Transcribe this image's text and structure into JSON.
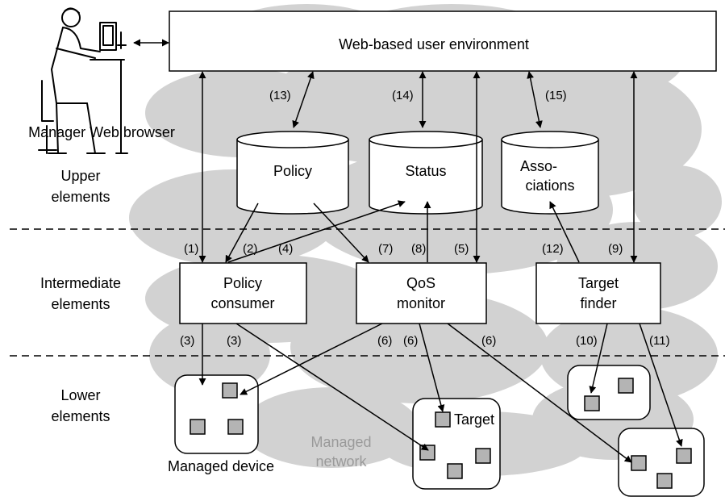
{
  "web_environment": {
    "label": "Web-based user environment"
  },
  "manager": {
    "label": "Manager Web browser"
  },
  "layers": {
    "upper": [
      "Upper",
      "elements"
    ],
    "intermediate": [
      "Intermediate",
      "elements"
    ],
    "lower": [
      "Lower",
      "elements"
    ]
  },
  "databases": {
    "policy": [
      "Policy"
    ],
    "status": [
      "Status"
    ],
    "associations": [
      "Asso-",
      "ciations"
    ]
  },
  "components": {
    "policy_consumer": [
      "Policy",
      "consumer"
    ],
    "qos_monitor": [
      "QoS",
      "monitor"
    ],
    "target_finder": [
      "Target",
      "finder"
    ]
  },
  "devices": {
    "managed_device": "Managed device",
    "target": "Target",
    "managed_network": [
      "Managed",
      "network"
    ]
  },
  "flow_labels": {
    "f1": "(1)",
    "f2": "(2)",
    "f3a": "(3)",
    "f3b": "(3)",
    "f4": "(4)",
    "f5": "(5)",
    "f6a": "(6)",
    "f6b": "(6)",
    "f6c": "(6)",
    "f7": "(7)",
    "f8": "(8)",
    "f9": "(9)",
    "f10": "(10)",
    "f11": "(11)",
    "f12": "(12)",
    "f13": "(13)",
    "f14": "(14)",
    "f15": "(15)"
  },
  "colors": {
    "cloud": "#d2d2d2",
    "device_fill": "#b4b4b4",
    "stroke": "#000000",
    "watermark_text": "#9a9a9a"
  }
}
